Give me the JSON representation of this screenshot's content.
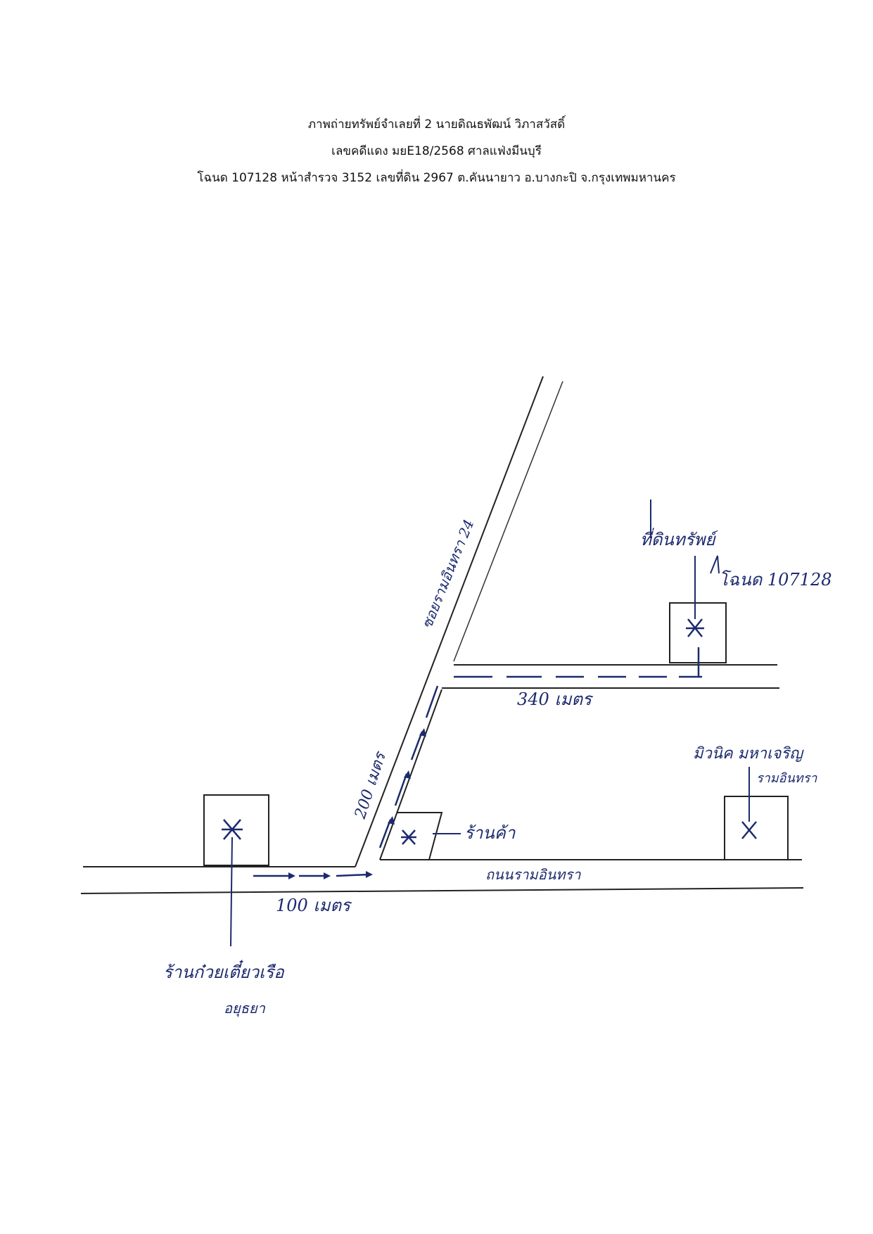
{
  "header": {
    "line1": "ภาพถ่ายทรัพย์จำเลยที่ 2 นายดิณธพัฒน์ วิภาสวัสดิ์",
    "line2": "เลขคดีแดง มยE18/2568 ศาลแฟ่งมีนบุรี",
    "line3": "โฉนด 107128 หน้าสำรวจ 3152 เลขที่ดิน 2967 ต.คันนายาว อ.บางกะปิ จ.กรุงเทพมหานคร"
  },
  "map": {
    "ink_color": "#1c2a6e",
    "road_color": "#222222",
    "soi_label": "ซอยรามอินทรา 24",
    "deed_label": "โฉนด 107128",
    "target_label": "ที่ดินทรัพย์",
    "distance_340": "340 เมตร",
    "distance_200": "200 เมตร",
    "distance_100": "100 เมตร",
    "main_road_label": "ถนนรามอินทรา",
    "shop_label": "ร้านค้า",
    "right_bldg_line1": "มิวนิค มหาเจริญ",
    "right_bldg_line2": "รามอินทรา",
    "left_bldg_line1": "ร้านก๋วยเตี๋ยวเรือ",
    "left_bldg_line2": "อยุธยา"
  }
}
